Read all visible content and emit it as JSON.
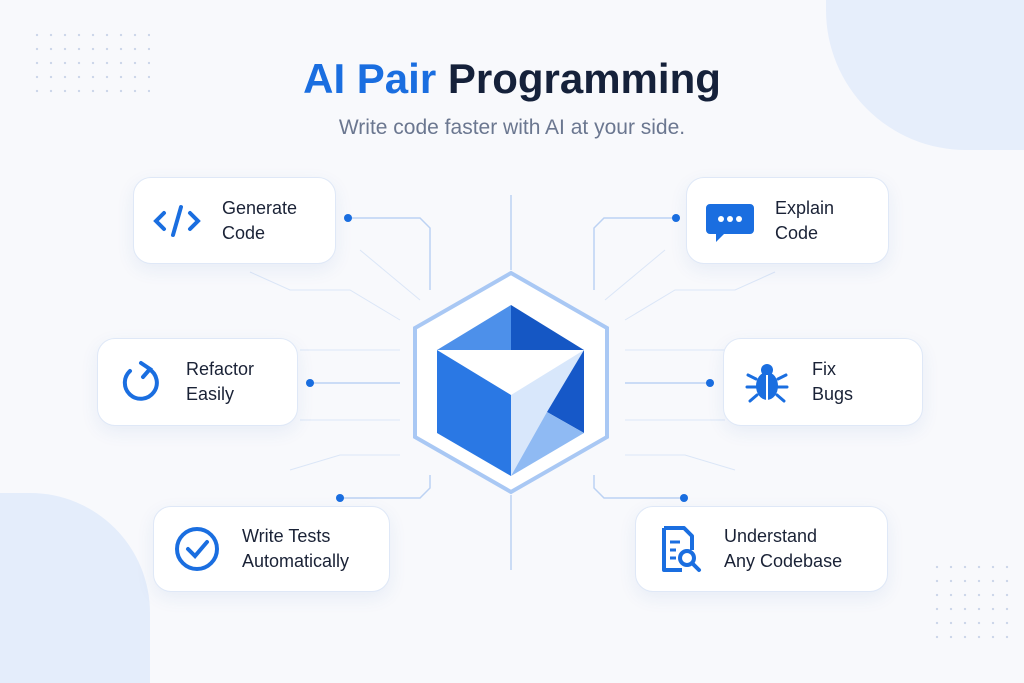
{
  "title": {
    "accent": "AI Pair",
    "rest": "Programming"
  },
  "subtitle": "Write code faster with AI at your side.",
  "features": [
    {
      "line1": "Generate",
      "line2": "Code",
      "icon": "code-icon"
    },
    {
      "line1": "Explain",
      "line2": "Code",
      "icon": "chat-bubble-icon"
    },
    {
      "line1": "Refactor",
      "line2": "Easily",
      "icon": "refresh-icon"
    },
    {
      "line1": "Fix",
      "line2": "Bugs",
      "icon": "bug-icon"
    },
    {
      "line1": "Write Tests",
      "line2": "Automatically",
      "icon": "check-circle-icon"
    },
    {
      "line1": "Understand",
      "line2": "Any Codebase",
      "icon": "document-search-icon"
    }
  ],
  "colors": {
    "accent": "#1a6ee0",
    "text": "#15213a"
  }
}
